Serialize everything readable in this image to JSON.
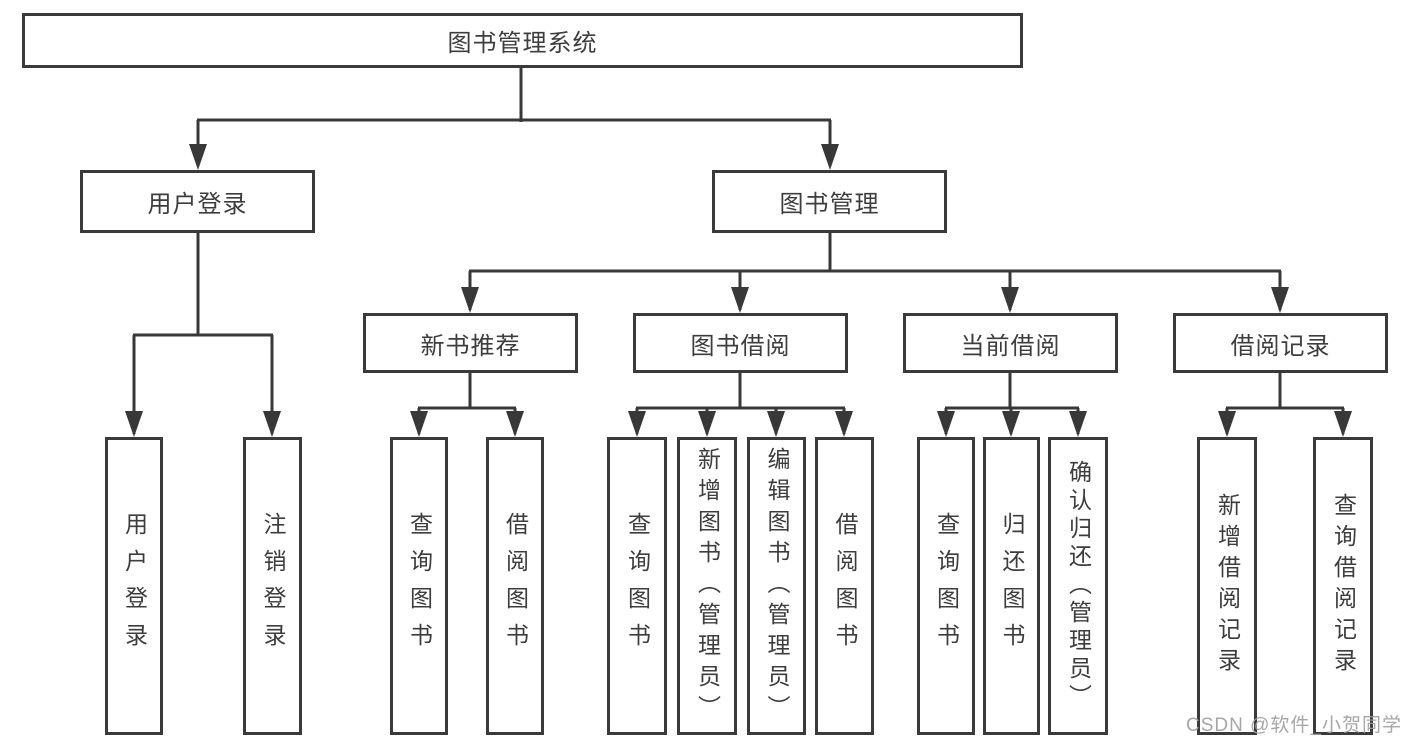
{
  "diagram": {
    "root": {
      "label": "图书管理系统"
    },
    "branches": [
      {
        "label": "用户登录",
        "children": [
          {
            "label": "用户登录"
          },
          {
            "label": "注销登录"
          }
        ]
      },
      {
        "label": "图书管理",
        "children": [
          {
            "label": "新书推荐",
            "children": [
              {
                "label": "查询图书"
              },
              {
                "label": "借阅图书"
              }
            ]
          },
          {
            "label": "图书借阅",
            "children": [
              {
                "label": "查询图书"
              },
              {
                "label": "新增图书（管理员）"
              },
              {
                "label": "编辑图书（管理员）"
              },
              {
                "label": "借阅图书"
              }
            ]
          },
          {
            "label": "当前借阅",
            "children": [
              {
                "label": "查询图书"
              },
              {
                "label": "归还图书"
              },
              {
                "label": "确认归还（管理员）"
              }
            ]
          },
          {
            "label": "借阅记录",
            "children": [
              {
                "label": "新增借阅记录"
              },
              {
                "label": "查询借阅记录"
              }
            ]
          }
        ]
      }
    ],
    "line_color": "#383838",
    "box_border_color": "#3a3a3a",
    "text_color": "#3d3d3d"
  },
  "watermark": "CSDN @软件_小贺同学"
}
